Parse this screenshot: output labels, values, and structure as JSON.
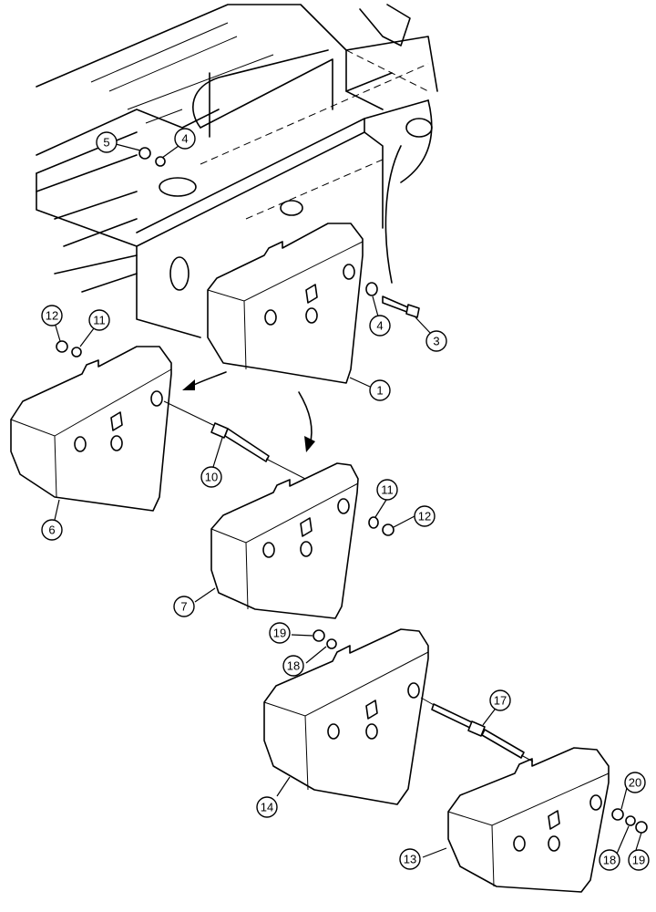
{
  "callouts": [
    {
      "id": "c5",
      "text": "5"
    },
    {
      "id": "c4a",
      "text": "4"
    },
    {
      "id": "c4b",
      "text": "4"
    },
    {
      "id": "c3",
      "text": "3"
    },
    {
      "id": "c1",
      "text": "1"
    },
    {
      "id": "c12a",
      "text": "12"
    },
    {
      "id": "c11a",
      "text": "11"
    },
    {
      "id": "c6",
      "text": "6"
    },
    {
      "id": "c10",
      "text": "10"
    },
    {
      "id": "c11b",
      "text": "11"
    },
    {
      "id": "c12b",
      "text": "12"
    },
    {
      "id": "c7",
      "text": "7"
    },
    {
      "id": "c19a",
      "text": "19"
    },
    {
      "id": "c18a",
      "text": "18"
    },
    {
      "id": "c17",
      "text": "17"
    },
    {
      "id": "c14",
      "text": "14"
    },
    {
      "id": "c20",
      "text": "20"
    },
    {
      "id": "c13",
      "text": "13"
    },
    {
      "id": "c18b",
      "text": "18"
    },
    {
      "id": "c19b",
      "text": "19"
    }
  ]
}
